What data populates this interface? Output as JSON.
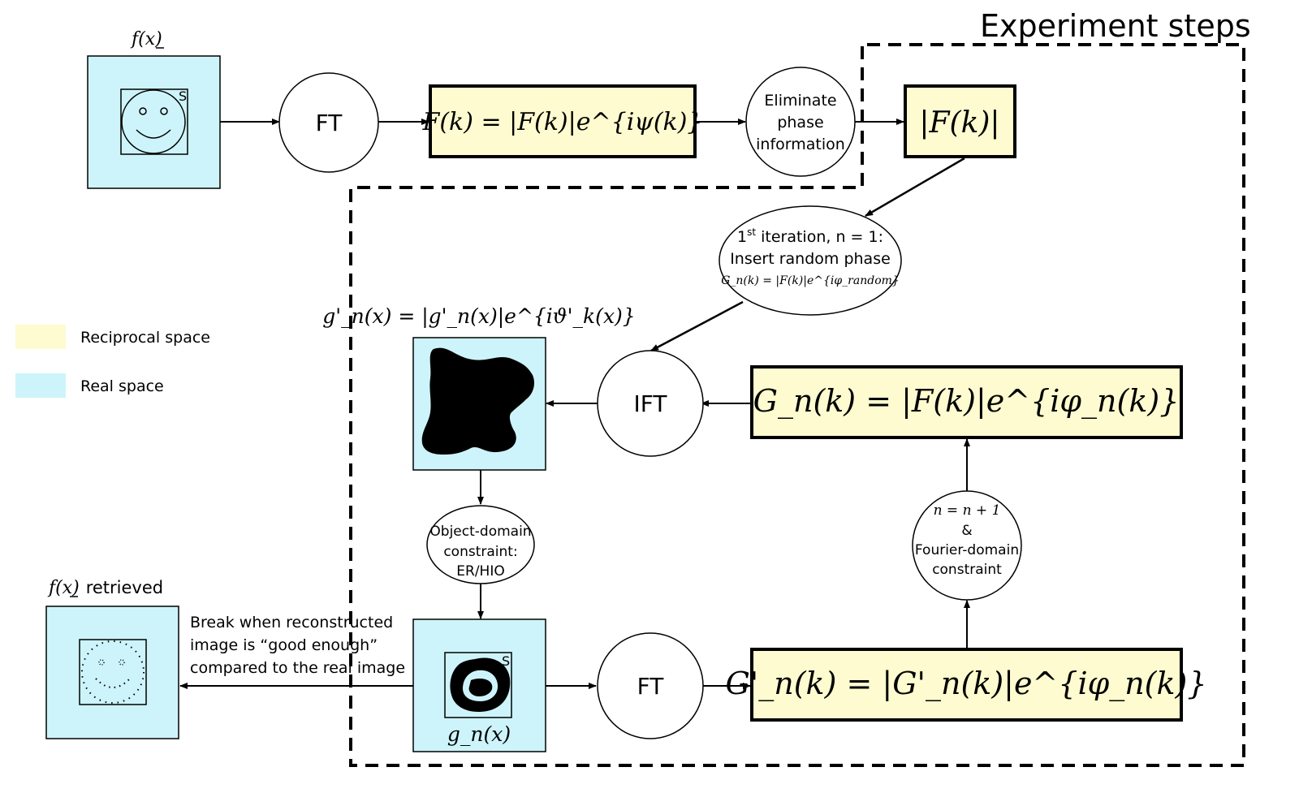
{
  "title": "Experiment steps",
  "legend": {
    "reciprocal": {
      "label": "Reciprocal space",
      "color": "#fdfbcf"
    },
    "real": {
      "label": "Real space",
      "color": "#cdf4fa"
    }
  },
  "colors": {
    "reciprocal_box": "#fdfbcf",
    "real_box": "#cdf4fa",
    "stroke": "#000000"
  },
  "top_row": {
    "input_label_math": "f(x)",
    "input_icon": "smiley-face-icon",
    "input_corner_label": "S",
    "ft_circle": "FT",
    "fourier_eq": "F(k) = |F(k)|e^{iψ(k)}",
    "eliminate_lines": [
      "Eliminate",
      "phase",
      "information"
    ],
    "magnitude_eq": "|F(k)|"
  },
  "iteration": {
    "first_line_pre": "1",
    "first_line_sup": "st",
    "first_line_post": " iteration, n = 1:",
    "second_line": "Insert random phase",
    "third_line": "G_n(k) = |F(k)|e^{iφ_random}"
  },
  "ift_circle": "IFT",
  "gn_eq": "G_n(k) = |F(k)|e^{iφ_n(k)}",
  "gprime_real_eq": "g'_n(x) = |g'_n(x)|e^{iϑ'_k(x)}",
  "object_constraint_lines": [
    "Object-domain",
    "constraint:",
    "ER/HIO"
  ],
  "gn_real_label": "g_n(x)",
  "gn_real_corner_label": "S",
  "ft_circle_bottom": "FT",
  "gprime_eq": "G'_n(k) = |G'_n(k)|e^{iφ_n(k)}",
  "fourier_constraint_lines": [
    "n = n + 1",
    "&",
    "Fourier-domain",
    "constraint"
  ],
  "retrieved_label_math": "f(x)",
  "retrieved_label_text": "retrieved",
  "break_text_lines": [
    "Break when reconstructed",
    "image is “good enough”",
    "compared to the real image"
  ]
}
